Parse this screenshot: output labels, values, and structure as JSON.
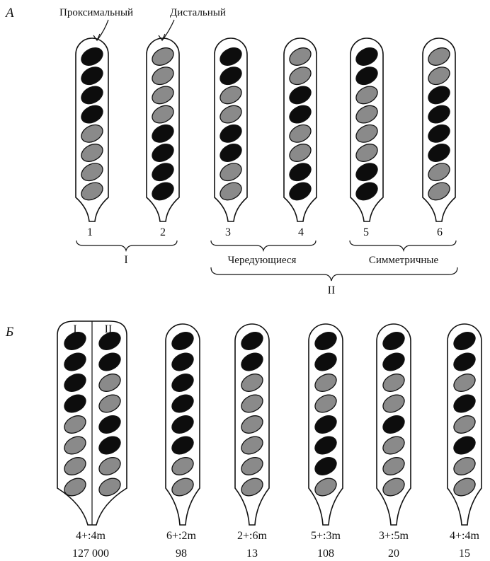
{
  "panels": {
    "a": "А",
    "b": "Б"
  },
  "panel_a": {
    "header_left": "Проксимальный",
    "header_right": "Дистальный",
    "asci": [
      {
        "number": "1",
        "spores": [
          "d",
          "d",
          "d",
          "d",
          "l",
          "l",
          "l",
          "l"
        ]
      },
      {
        "number": "2",
        "spores": [
          "l",
          "l",
          "l",
          "l",
          "d",
          "d",
          "d",
          "d"
        ]
      },
      {
        "number": "3",
        "spores": [
          "d",
          "d",
          "l",
          "l",
          "d",
          "d",
          "l",
          "l"
        ]
      },
      {
        "number": "4",
        "spores": [
          "l",
          "l",
          "d",
          "d",
          "l",
          "l",
          "d",
          "d"
        ]
      },
      {
        "number": "5",
        "spores": [
          "d",
          "d",
          "l",
          "l",
          "l",
          "l",
          "d",
          "d"
        ]
      },
      {
        "number": "6",
        "spores": [
          "l",
          "l",
          "d",
          "d",
          "d",
          "d",
          "l",
          "l"
        ]
      }
    ],
    "groups": {
      "group_1": "I",
      "group_2": "II",
      "alternating": "Чередующиеся",
      "symmetric": "Симметричные"
    }
  },
  "panel_b": {
    "pair_labels": [
      "I",
      "II"
    ],
    "pair": {
      "left": [
        "d",
        "d",
        "d",
        "d",
        "l",
        "l",
        "l",
        "l"
      ],
      "right": [
        "d",
        "d",
        "l",
        "l",
        "d",
        "d",
        "l",
        "l"
      ],
      "ratio": "4+:4m",
      "count": "127 000"
    },
    "asci": [
      {
        "spores": [
          "d",
          "d",
          "d",
          "d",
          "d",
          "d",
          "l",
          "l"
        ],
        "ratio": "6+:2m",
        "count": "98"
      },
      {
        "spores": [
          "d",
          "d",
          "l",
          "l",
          "l",
          "l",
          "l",
          "l"
        ],
        "ratio": "2+:6m",
        "count": "13"
      },
      {
        "spores": [
          "d",
          "d",
          "l",
          "l",
          "d",
          "d",
          "d",
          "l"
        ],
        "ratio": "5+:3m",
        "count": "108"
      },
      {
        "spores": [
          "d",
          "d",
          "l",
          "l",
          "d",
          "l",
          "l",
          "l"
        ],
        "ratio": "3+:5m",
        "count": "20"
      },
      {
        "spores": [
          "d",
          "d",
          "l",
          "d",
          "l",
          "d",
          "l",
          "l"
        ],
        "ratio": "4+:4m",
        "count": "15"
      }
    ]
  },
  "colors": {
    "dark_spore": "#0d0d0d",
    "light_spore": "#8a8a8a",
    "outline": "#111111"
  }
}
